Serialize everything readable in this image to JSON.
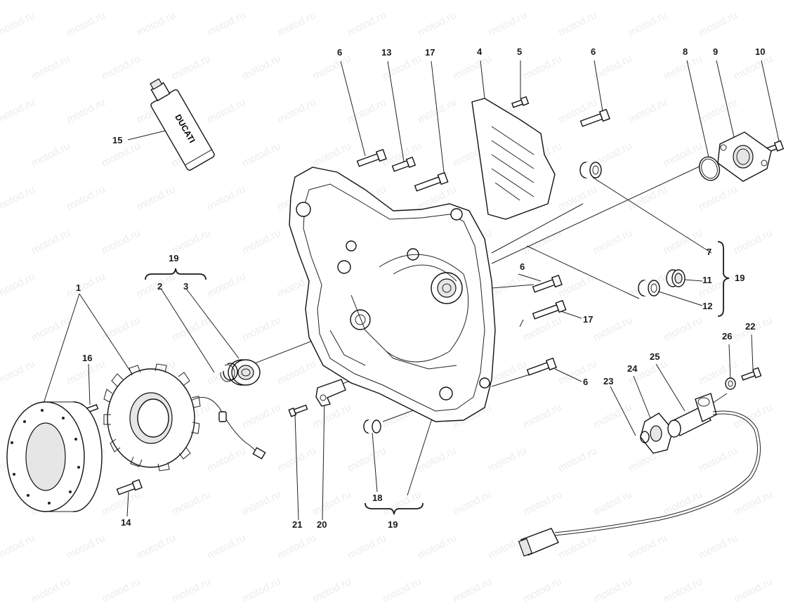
{
  "watermark": {
    "text": "motod.ru"
  },
  "tube_brand": "DUCATI",
  "labels": [
    {
      "id": "l6a",
      "text": "6"
    },
    {
      "id": "l13",
      "text": "13"
    },
    {
      "id": "l17a",
      "text": "17"
    },
    {
      "id": "l4",
      "text": "4"
    },
    {
      "id": "l5",
      "text": "5"
    },
    {
      "id": "l6b",
      "text": "6"
    },
    {
      "id": "l8",
      "text": "8"
    },
    {
      "id": "l9",
      "text": "9"
    },
    {
      "id": "l10",
      "text": "10"
    },
    {
      "id": "l15",
      "text": "15"
    },
    {
      "id": "l19a",
      "text": "19"
    },
    {
      "id": "l2",
      "text": "2"
    },
    {
      "id": "l3",
      "text": "3"
    },
    {
      "id": "l1",
      "text": "1"
    },
    {
      "id": "l16",
      "text": "16"
    },
    {
      "id": "l14",
      "text": "14"
    },
    {
      "id": "l7",
      "text": "7"
    },
    {
      "id": "l19b",
      "text": "19"
    },
    {
      "id": "l11",
      "text": "11"
    },
    {
      "id": "l12",
      "text": "12"
    },
    {
      "id": "l6c",
      "text": "6"
    },
    {
      "id": "l17b",
      "text": "17"
    },
    {
      "id": "l6d",
      "text": "6"
    },
    {
      "id": "l22",
      "text": "22"
    },
    {
      "id": "l26",
      "text": "26"
    },
    {
      "id": "l25",
      "text": "25"
    },
    {
      "id": "l24",
      "text": "24"
    },
    {
      "id": "l23",
      "text": "23"
    },
    {
      "id": "l18",
      "text": "18"
    },
    {
      "id": "l19c",
      "text": "19"
    },
    {
      "id": "l21",
      "text": "21"
    },
    {
      "id": "l20",
      "text": "20"
    }
  ]
}
